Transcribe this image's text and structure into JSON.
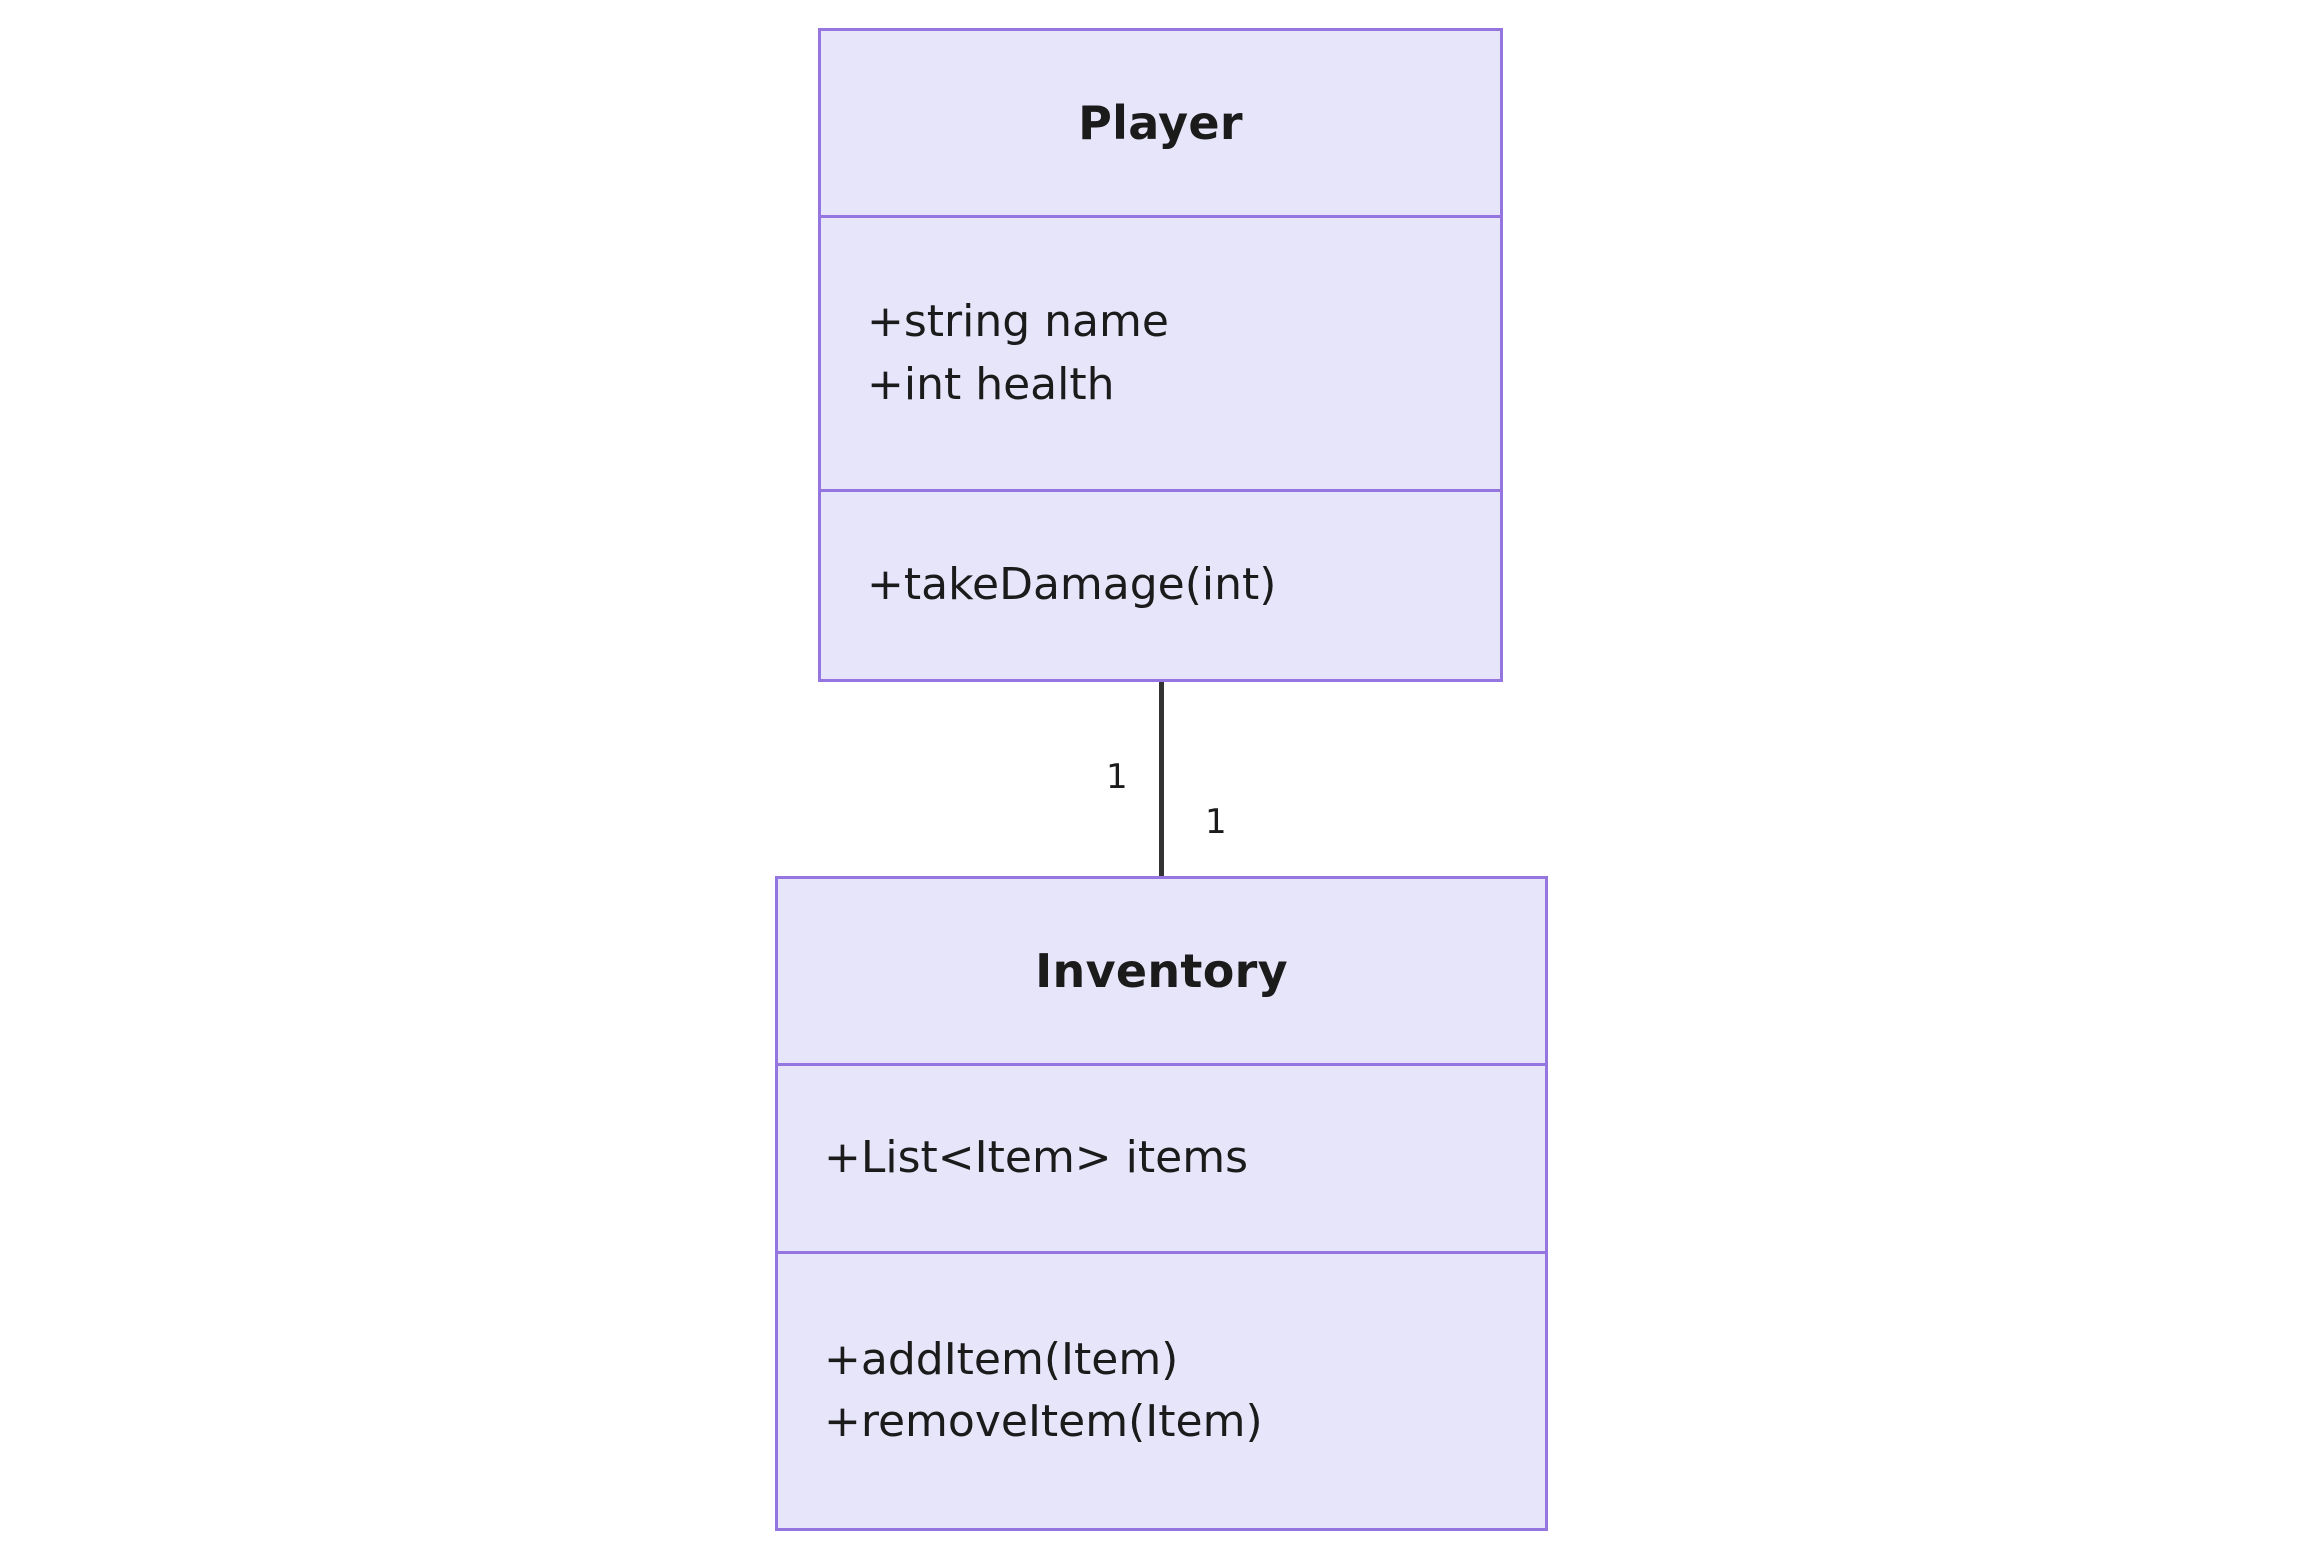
{
  "diagram": {
    "type": "uml-class-diagram",
    "background_color": "#ffffff",
    "classes": [
      {
        "name": "Player",
        "fill_color": "#e7e5fa",
        "border_color": "#9575e0",
        "text_color": "#1b1b1b",
        "attributes": [
          "+string name",
          "+int health"
        ],
        "methods": [
          "+takeDamage(int)"
        ]
      },
      {
        "name": "Inventory",
        "fill_color": "#e7e5fa",
        "border_color": "#9575e0",
        "text_color": "#1b1b1b",
        "attributes": [
          "+List<Item> items"
        ],
        "methods": [
          "+addItem(Item)",
          "+removeItem(Item)"
        ]
      }
    ],
    "relationship": {
      "kind": "association",
      "from": "Player",
      "to": "Inventory",
      "line_color": "#333333",
      "source_multiplicity": "1",
      "target_multiplicity": "1"
    }
  }
}
